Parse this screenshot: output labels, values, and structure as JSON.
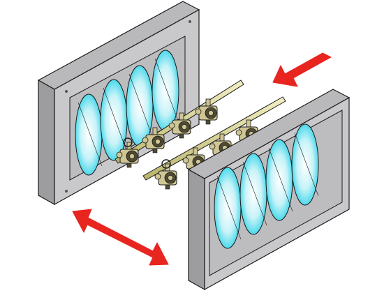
{
  "colors": {
    "background": "#ffffff",
    "panel_face": "#c9c9cb",
    "panel_side": "#9d9da0",
    "panel_top": "#b3b3b6",
    "outline": "#1a1a1a",
    "lens_center": "#ffffff",
    "lens_edge": "#2ed3e8",
    "rail": "#d7d38a",
    "valve_body": "#cfc694",
    "valve_dark": "#4f4a32",
    "arrow": "#e8251f"
  },
  "icons": {
    "motion_arrow": "red-single-arrow",
    "slide_arrow": "red-double-arrow",
    "spray_valve": "spray-gun-icon"
  },
  "panels": [
    {
      "name": "left-mold-panel",
      "lens_count": 4
    },
    {
      "name": "right-mold-panel",
      "lens_count": 4
    }
  ],
  "manifold": {
    "rail_count": 2,
    "valve_count": 8
  }
}
